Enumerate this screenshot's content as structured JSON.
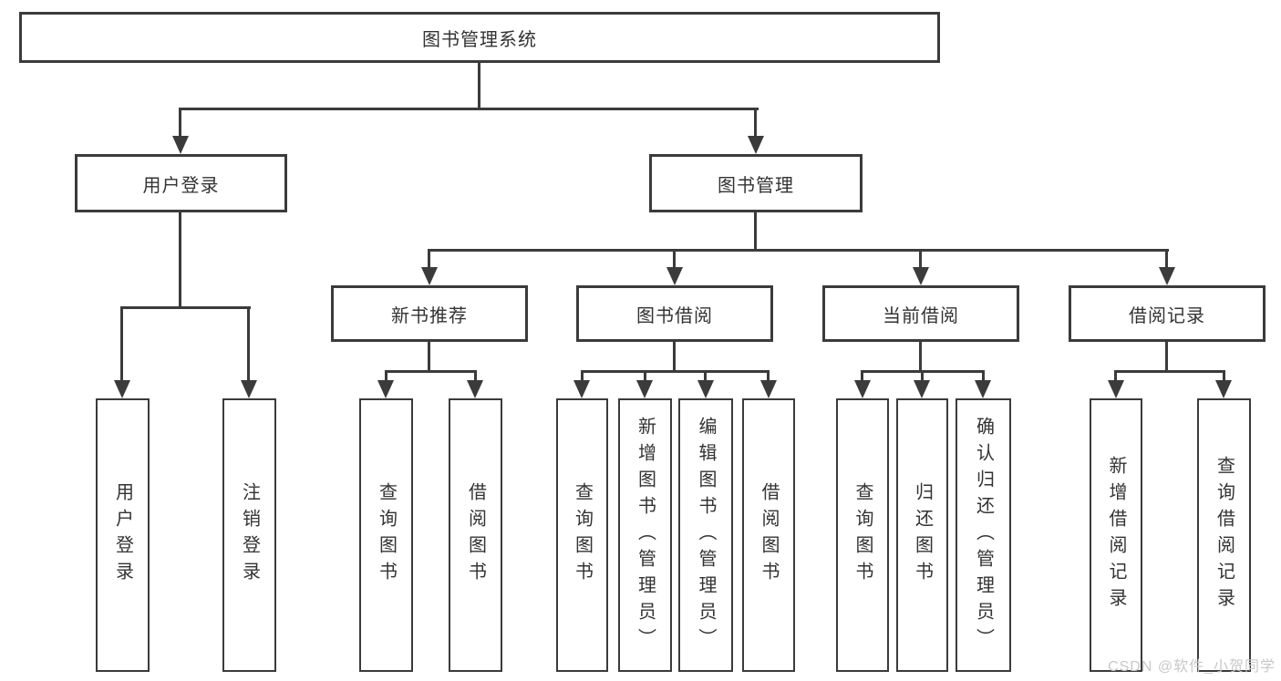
{
  "diagram": {
    "root": {
      "label": "图书管理系统"
    },
    "level2": {
      "user_login": {
        "label": "用户登录"
      },
      "book_mgmt": {
        "label": "图书管理"
      }
    },
    "level3": {
      "new_book_rec": {
        "label": "新书推荐"
      },
      "book_borrow": {
        "label": "图书借阅"
      },
      "current_borrow": {
        "label": "当前借阅"
      },
      "borrow_record": {
        "label": "借阅记录"
      }
    },
    "level4": {
      "user_login_leaf": {
        "label": "用户登录"
      },
      "logout_leaf": {
        "label": "注销登录"
      },
      "query_book_1": {
        "label": "查询图书"
      },
      "borrow_book_1": {
        "label": "借阅图书"
      },
      "query_book_2": {
        "label": "查询图书"
      },
      "add_book": {
        "label": "新增图书（管理员）"
      },
      "edit_book": {
        "label": "编辑图书（管理员）"
      },
      "borrow_book_2": {
        "label": "借阅图书"
      },
      "query_book_3": {
        "label": "查询图书"
      },
      "return_book": {
        "label": "归还图书"
      },
      "confirm_return": {
        "label": "确认归还（管理员）"
      },
      "add_borrow_rec": {
        "label": "新增借阅记录"
      },
      "query_borrow_rec": {
        "label": "查询借阅记录"
      }
    },
    "edges": [
      [
        "图书管理系统",
        "用户登录"
      ],
      [
        "图书管理系统",
        "图书管理"
      ],
      [
        "用户登录",
        "用户登录"
      ],
      [
        "用户登录",
        "注销登录"
      ],
      [
        "图书管理",
        "新书推荐"
      ],
      [
        "图书管理",
        "图书借阅"
      ],
      [
        "图书管理",
        "当前借阅"
      ],
      [
        "图书管理",
        "借阅记录"
      ],
      [
        "新书推荐",
        "查询图书"
      ],
      [
        "新书推荐",
        "借阅图书"
      ],
      [
        "图书借阅",
        "查询图书"
      ],
      [
        "图书借阅",
        "新增图书（管理员）"
      ],
      [
        "图书借阅",
        "编辑图书（管理员）"
      ],
      [
        "图书借阅",
        "借阅图书"
      ],
      [
        "当前借阅",
        "查询图书"
      ],
      [
        "当前借阅",
        "归还图书"
      ],
      [
        "当前借阅",
        "确认归还（管理员）"
      ],
      [
        "借阅记录",
        "新增借阅记录"
      ],
      [
        "借阅记录",
        "查询借阅记录"
      ]
    ]
  },
  "watermark": {
    "text": "CSDN @软件_小贺同学"
  },
  "colors": {
    "line": "#3b3b3b",
    "text": "#333333",
    "background": "#ffffff",
    "watermark": "#c8c8c8"
  }
}
